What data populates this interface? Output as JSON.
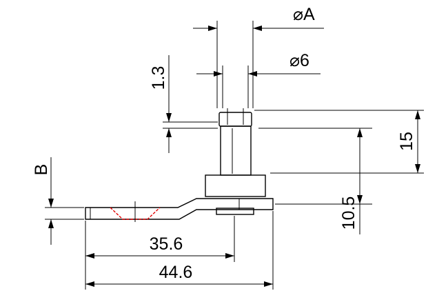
{
  "dimensions": {
    "dia_a": "⌀A",
    "dia_6": "⌀6",
    "thickness_1_3": "1.3",
    "height_15": "15",
    "height_10_5": "10.5",
    "b": "B",
    "length_35_6": "35.6",
    "length_44_6": "44.6"
  },
  "colors": {
    "line": "#000000",
    "highlight": "#e00000",
    "background": "#ffffff"
  }
}
